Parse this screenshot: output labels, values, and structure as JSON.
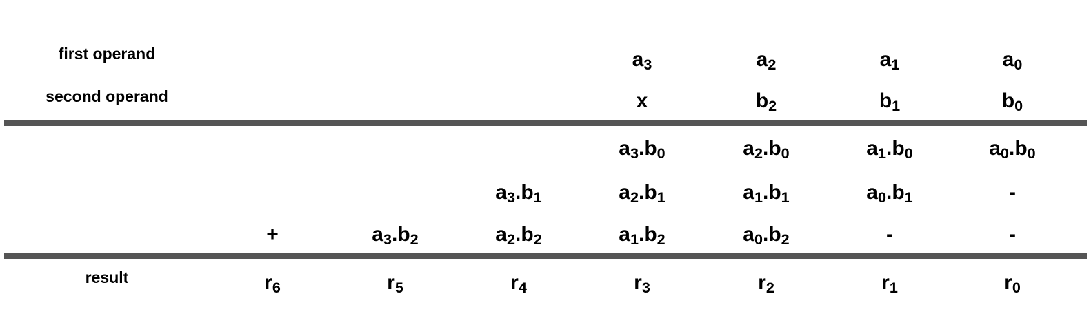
{
  "labels": {
    "first_operand": "first operand",
    "second_operand": "second operand",
    "result": "result"
  },
  "rows": {
    "first_operand": [
      {
        "base": "",
        "sub": "",
        "op": ""
      },
      {
        "base": "",
        "sub": "",
        "op": ""
      },
      {
        "base": "",
        "sub": "",
        "op": ""
      },
      {
        "base": "a",
        "sub": "3"
      },
      {
        "base": "a",
        "sub": "2"
      },
      {
        "base": "a",
        "sub": "1"
      },
      {
        "base": "a",
        "sub": "0"
      }
    ],
    "second_operand": [
      {
        "text": "x"
      },
      {
        "base": "b",
        "sub": "2"
      },
      {
        "base": "b",
        "sub": "1"
      },
      {
        "base": "b",
        "sub": "0"
      }
    ],
    "partial_1": [
      {
        "a": "a",
        "as": "3",
        "dot": ".",
        "b": "b",
        "bs": "0"
      },
      {
        "a": "a",
        "as": "2",
        "dot": ".",
        "b": "b",
        "bs": "0"
      },
      {
        "a": "a",
        "as": "1",
        "dot": ".",
        "b": "b",
        "bs": "0"
      },
      {
        "a": "a",
        "as": "0",
        "dot": ".",
        "b": "b",
        "bs": "0"
      }
    ],
    "partial_2": [
      {
        "a": "a",
        "as": "3",
        "dot": ".",
        "b": "b",
        "bs": "1"
      },
      {
        "a": "a",
        "as": "2",
        "dot": ".",
        "b": "b",
        "bs": "1"
      },
      {
        "a": "a",
        "as": "1",
        "dot": ".",
        "b": "b",
        "bs": "1"
      },
      {
        "a": "a",
        "as": "0",
        "dot": ".",
        "b": "b",
        "bs": "1"
      },
      {
        "text": "-"
      }
    ],
    "partial_3": [
      {
        "text": "+"
      },
      {
        "a": "a",
        "as": "3",
        "dot": ".",
        "b": "b",
        "bs": "2"
      },
      {
        "a": "a",
        "as": "2",
        "dot": ".",
        "b": "b",
        "bs": "2"
      },
      {
        "a": "a",
        "as": "1",
        "dot": ".",
        "b": "b",
        "bs": "2"
      },
      {
        "a": "a",
        "as": "0",
        "dot": ".",
        "b": "b",
        "bs": "2"
      },
      {
        "text": "-"
      },
      {
        "text": "-"
      }
    ],
    "result": [
      {
        "base": "r",
        "sub": "6"
      },
      {
        "base": "r",
        "sub": "5"
      },
      {
        "base": "r",
        "sub": "4"
      },
      {
        "base": "r",
        "sub": "3"
      },
      {
        "base": "r",
        "sub": "2"
      },
      {
        "base": "r",
        "sub": "1"
      },
      {
        "base": "r",
        "sub": "0"
      }
    ]
  }
}
